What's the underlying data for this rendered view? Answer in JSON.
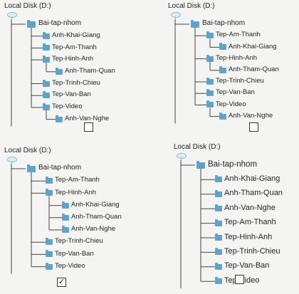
{
  "options": [
    {
      "root": "Local Disk (D:)",
      "folder": "Bai-tap-nhom",
      "children": [
        {
          "name": "Anh-Khai-Giang"
        },
        {
          "name": "Tep-Am-Thanh"
        },
        {
          "name": "Tep-Hinh-Anh",
          "children": [
            {
              "name": "Anh-Tham-Quan"
            }
          ]
        },
        {
          "name": "Tep-Trinh-Chieu"
        },
        {
          "name": "Tep-Van-Ban"
        },
        {
          "name": "Tep-Video",
          "children": [
            {
              "name": "Anh-Van-Nghe"
            }
          ]
        }
      ],
      "checked": false,
      "check_mark": ""
    },
    {
      "root": "Local Disk (D:)",
      "folder": "Bai-tap-nhom",
      "children": [
        {
          "name": "Tep-Am-Thanh",
          "children": [
            {
              "name": "Anh-Khai-Giang"
            }
          ]
        },
        {
          "name": "Tep-Hinh-Anh",
          "children": [
            {
              "name": "Anh-Tham-Quan"
            }
          ]
        },
        {
          "name": "Tep-Trinh-Chieu"
        },
        {
          "name": "Tep-Van-Ban"
        },
        {
          "name": "Tep-Video",
          "children": [
            {
              "name": "Anh-Van-Nghe"
            }
          ]
        }
      ],
      "checked": false,
      "check_mark": ""
    },
    {
      "root": "Local Disk (D:)",
      "folder": "Bai-tap-nhom",
      "children": [
        {
          "name": "Tep-Am-Thanh"
        },
        {
          "name": "Tep-Hinh-Anh",
          "children": [
            {
              "name": "Anh-Khai-Giang"
            },
            {
              "name": "Anh-Tham-Quan"
            },
            {
              "name": "Anh-Van-Nghe"
            }
          ]
        },
        {
          "name": "Tep-Trinh-Chieu"
        },
        {
          "name": "Tep-Van-Ban"
        },
        {
          "name": "Tep-Video"
        }
      ],
      "checked": true,
      "check_mark": "✓"
    },
    {
      "root": "Local Disk (D:)",
      "folder": "Bai-tap-nhom",
      "children": [
        {
          "name": "Anh-Khai-Giang"
        },
        {
          "name": "Anh-Tham-Quan"
        },
        {
          "name": "Anh-Van-Nghe"
        },
        {
          "name": "Tep-Am-Thanh"
        },
        {
          "name": "Tep-Hinh-Anh"
        },
        {
          "name": "Tep-Trinh-Chieu"
        },
        {
          "name": "Tep-Van-Ban"
        },
        {
          "name": "Tep-Video"
        }
      ],
      "checked": false,
      "check_mark": ""
    }
  ],
  "colors": {
    "folder": "#5fa3c8",
    "line": "#444444"
  }
}
